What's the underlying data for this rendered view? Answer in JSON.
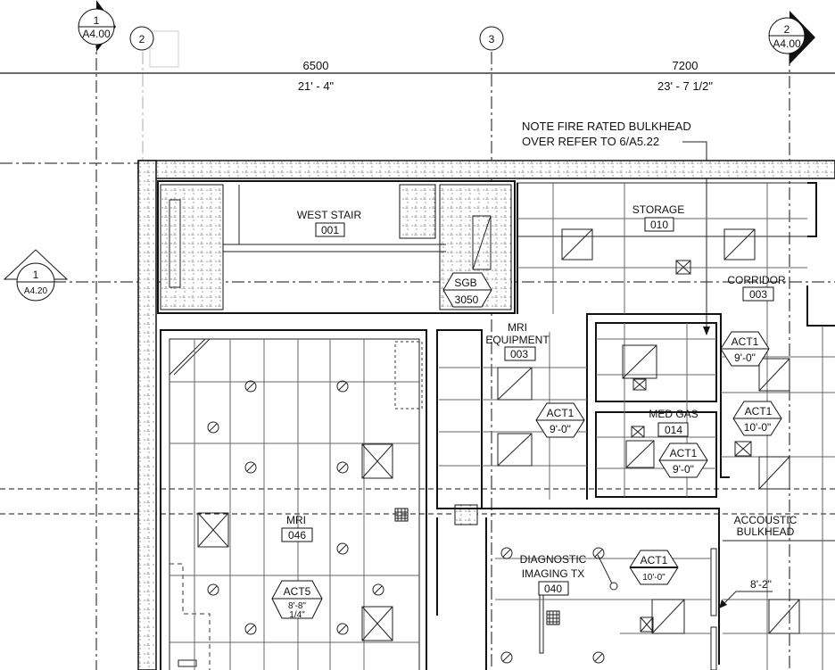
{
  "grid_bubbles": {
    "section_1": {
      "number": "1",
      "sheet": "A4.00"
    },
    "grid_2": "2",
    "grid_3": "3",
    "section_2": {
      "number": "2",
      "sheet": "A4.00"
    },
    "elevation_1": {
      "number": "1",
      "sheet": "A4.20"
    }
  },
  "dimensions": {
    "bay_1_metric": "6500",
    "bay_1_imperial": "21' - 4\"",
    "bay_2_metric": "7200",
    "bay_2_imperial": "23' - 7 1/2\"",
    "bulkhead_height": "8'-2\""
  },
  "notes": {
    "fire_bulkhead_line1": "NOTE FIRE RATED BULKHEAD",
    "fire_bulkhead_line2": "OVER REFER TO 6/A5.22",
    "acoustic_line1": "ACCOUSTIC",
    "acoustic_line2": "BULKHEAD"
  },
  "rooms": {
    "west_stair": {
      "name": "WEST STAIR",
      "number": "001"
    },
    "storage": {
      "name": "STORAGE",
      "number": "010"
    },
    "corridor": {
      "name": "CORRIDOR",
      "number": "003"
    },
    "sgb": {
      "name": "SGB",
      "number": "3050"
    },
    "mri_equipment": {
      "name_line1": "MRI",
      "name_line2": "EQUIPMENT",
      "number": "003"
    },
    "med_gas": {
      "name": "MED GAS",
      "number": "014"
    },
    "mri": {
      "name": "MRI",
      "number": "046"
    },
    "diagnostic": {
      "name_line1": "DIAGNOSTIC",
      "name_line2": "IMAGING TX",
      "number": "040"
    }
  },
  "ceiling_tags": [
    {
      "type": "ACT1",
      "height": "9'-0\""
    },
    {
      "type": "ACT1",
      "height": "9'-0\""
    },
    {
      "type": "ACT1",
      "height": "10'-0\""
    },
    {
      "type": "ACT1",
      "height": "9'-0\""
    },
    {
      "type": "ACT1",
      "height": "10'-0\""
    },
    {
      "type": "ACT5",
      "height_line1": "8'-8\"",
      "height_line2": "1/4\""
    }
  ]
}
